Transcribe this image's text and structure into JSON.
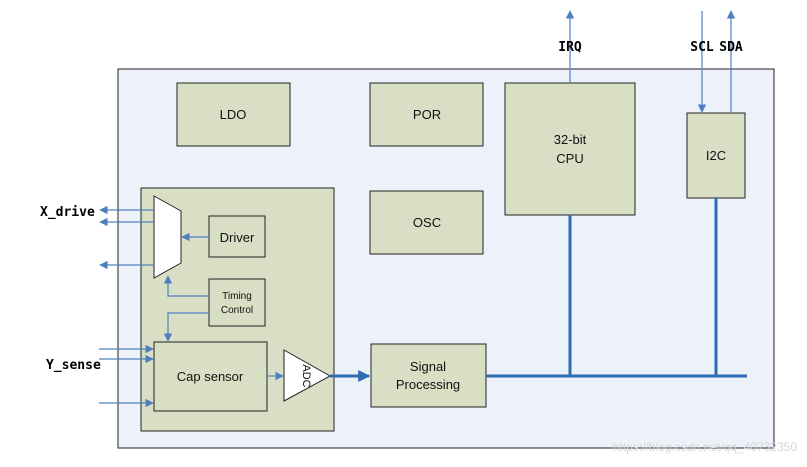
{
  "blocks": {
    "ldo": "LDO",
    "por": "POR",
    "cpu_line1": "32-bit",
    "cpu_line2": "CPU",
    "i2c": "I2C",
    "osc": "OSC",
    "driver": "Driver",
    "timing_line1": "Timing",
    "timing_line2": "Control",
    "cap_sensor": "Cap sensor",
    "adc": "ADC",
    "signal_line1": "Signal",
    "signal_line2": "Processing"
  },
  "pins": {
    "irq": "IRQ",
    "scl": "SCL",
    "sda": "SDA",
    "x_drive": "X_drive",
    "y_sense": "Y_sense"
  },
  "watermark": "https://blog.csdn.net/qq_40732350",
  "colors": {
    "block_fill": "#d9dfc4",
    "chip_fill": "#edf1f9",
    "wire": "#4f7fbf"
  }
}
